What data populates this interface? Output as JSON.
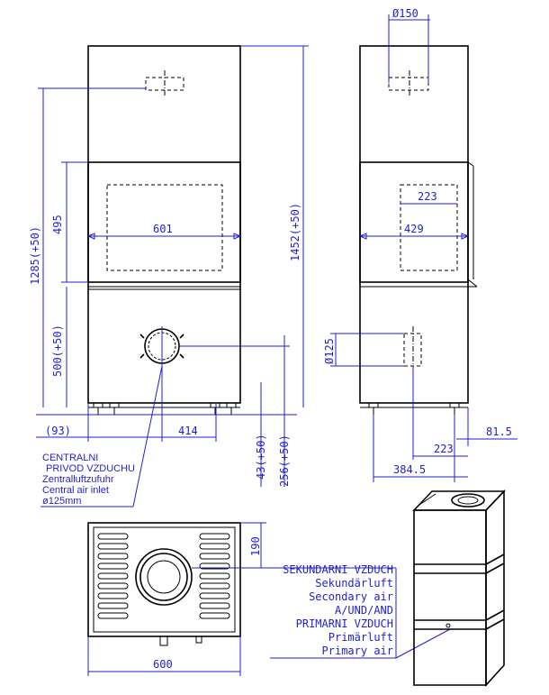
{
  "front_view": {
    "dim_width": "601",
    "dim_door_height": "495",
    "dim_height_total": "1285(+50)",
    "dim_air_height": "500(+50)",
    "dim_overall_height": "1452(+50)",
    "dim_left_offset": "(93)",
    "dim_inlet_offset": "414",
    "dim_feet": "43(+50)",
    "dim_floor_to_inlet": "256(+50)"
  },
  "side_view": {
    "dim_flue": "Ø150",
    "dim_inner_depth": "223",
    "dim_chamber_depth": "429",
    "dim_inlet_diameter": "Ø125",
    "dim_right_offset": "81.5",
    "dim_inlet_depth": "223",
    "dim_overall_depth": "384.5"
  },
  "central_air_note": [
    "CENTRALNI",
    "PRIVOD VZDUCHU",
    "Zentralluftzufuhr",
    "Central air inlet",
    "ø125mm"
  ],
  "top_view": {
    "dim_inlet_offset": "190",
    "dim_width": "600"
  },
  "air_labels": [
    "SEKUNDARNI VZDUCH",
    "Sekundärluft",
    "Secondary air",
    "A/UND/AND",
    "PRIMARNI VZDUCH",
    "Primärluft",
    "Primary air"
  ],
  "colors": {
    "dimension": "#1f1fd0",
    "outline": "#000000"
  }
}
